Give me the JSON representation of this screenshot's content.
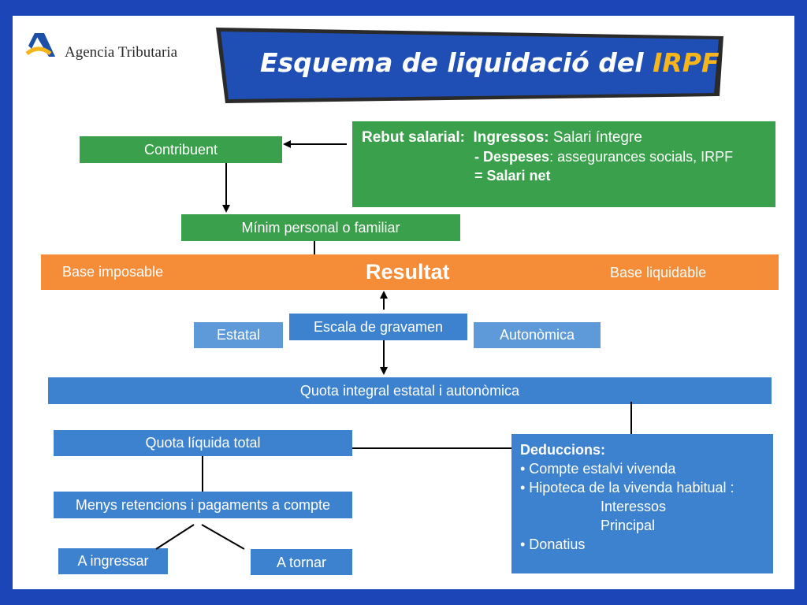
{
  "logo": {
    "text": "Agencia Tributaria",
    "icon": "agencia-tributaria-logo"
  },
  "banner": {
    "title_part1": "Esquema de liquidació del ",
    "title_accent": "IRPF"
  },
  "rebut": {
    "heading": "Rebut salarial:",
    "ingressos_label": "Ingressos:",
    "ingressos_value": " Salari íntegre",
    "despeses_prefix": "-  ",
    "despeses_label": "Despeses",
    "despeses_value": ": assegurances socials, IRPF",
    "net": "= Salari net"
  },
  "boxes": {
    "contribuent": "Contribuent",
    "minim": "Mínim personal o familiar",
    "base_imposable": "Base imposable",
    "resultat": "Resultat",
    "base_liquidable": "Base liquidable",
    "escala": "Escala de gravamen",
    "estatal": "Estatal",
    "autonomica": "Autonòmica",
    "quota_integral": "Quota integral estatal i autonòmica",
    "quota_liquida": "Quota líquida total",
    "menys": "Menys retencions i pagaments a compte",
    "ingressar": "A ingressar",
    "tornar": "A tornar"
  },
  "deduccions": {
    "heading": "Deduccions:",
    "items": [
      "• Compte estalvi vivenda",
      "• Hipoteca de la vivenda habitual :",
      "Interessos",
      "Principal",
      "• Donatius"
    ]
  },
  "colors": {
    "frame": "#1c46b8",
    "green": "#3aa04b",
    "blue": "#3d82cf",
    "light_blue": "#5e9ad9",
    "orange": "#f58c38",
    "banner": "#1f4fb5",
    "accent": "#f6b51b"
  }
}
